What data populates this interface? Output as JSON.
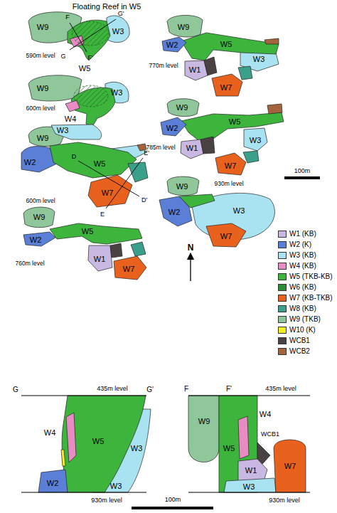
{
  "diagram": {
    "labels": [
      "Floating Reef in W5",
      "W9",
      "F",
      "G'",
      "W3",
      "590m level",
      "G",
      "F'",
      "W5",
      "W9",
      "W3",
      "W4",
      "600m level",
      "W3",
      "W9",
      "D",
      "E'",
      "W2",
      "W5",
      "W7",
      "D'",
      "E",
      "600m level",
      "W9",
      "W5",
      "W2",
      "W1",
      "W7",
      "760m level",
      "W9",
      "W5",
      "W2",
      "W3",
      "770m level",
      "W1",
      "W7",
      "W9",
      "W5",
      "W2",
      "W3",
      "785m level",
      "W1",
      "W7",
      "W9",
      "930m level",
      "W2",
      "W3",
      "W7",
      "N",
      "100m",
      "G",
      "G'",
      "435m level",
      "W4",
      "W5",
      "W3",
      "W2",
      "W3",
      "930m level",
      "F",
      "F'",
      "435m level",
      "W9",
      "W4",
      "W5",
      "WCB1",
      "W1",
      "W7",
      "W3",
      "930m level",
      "100m"
    ],
    "legend": [
      {
        "text": "W1 (KB)",
        "color": "#c9b9e2"
      },
      {
        "text": "W2 (K)",
        "color": "#5b7fd6"
      },
      {
        "text": "W3 (KB)",
        "color": "#a9e3f2"
      },
      {
        "text": "W4 (KB)",
        "color": "#ea8cc4"
      },
      {
        "text": "W5 (TKB-KB)",
        "color": "#3db53d"
      },
      {
        "text": "W6 (KB)",
        "color": "#2e8b3a"
      },
      {
        "text": "W7 (KB-TKB)",
        "color": "#e8621e"
      },
      {
        "text": "W8 (KB)",
        "color": "#3aa08a"
      },
      {
        "text": "W9 (TKB)",
        "color": "#8fc69a"
      },
      {
        "text": "W10 (K)",
        "color": "#f2ee22"
      },
      {
        "text": "WCB1",
        "color": "#4a4242"
      },
      {
        "text": "WCB2",
        "color": "#a5653c"
      }
    ]
  }
}
